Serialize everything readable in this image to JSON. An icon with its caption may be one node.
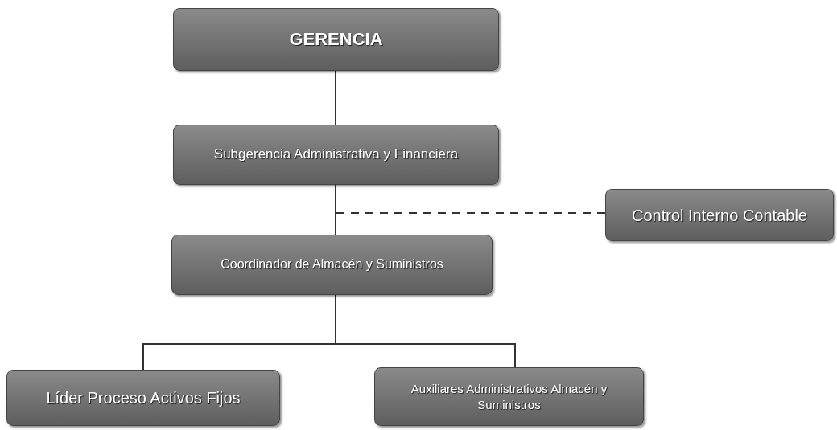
{
  "diagram": {
    "nodes": [
      {
        "text": [
          "GERENCIA"
        ]
      },
      {
        "text": [
          "Subgerencia Administrativa y Financiera"
        ]
      },
      {
        "text": [
          "Coordinador de Almacén y Suministros"
        ]
      },
      {
        "text": [
          "Control Interno Contable"
        ]
      },
      {
        "text": [
          "Líder Proceso Activos Fijos"
        ]
      },
      {
        "text": [
          "Auxiliares Administrativos Almacén y Suministros"
        ]
      }
    ],
    "edges": [
      {
        "from": 0,
        "to": 1,
        "arrow": "none"
      },
      {
        "from": 1,
        "to": 2,
        "arrow": "none"
      },
      {
        "from": 1,
        "to": 3,
        "arrow": "none",
        "style": "dashed"
      },
      {
        "from": 2,
        "to": 4,
        "arrow": "none"
      },
      {
        "from": 2,
        "to": 5,
        "arrow": "none"
      }
    ]
  }
}
